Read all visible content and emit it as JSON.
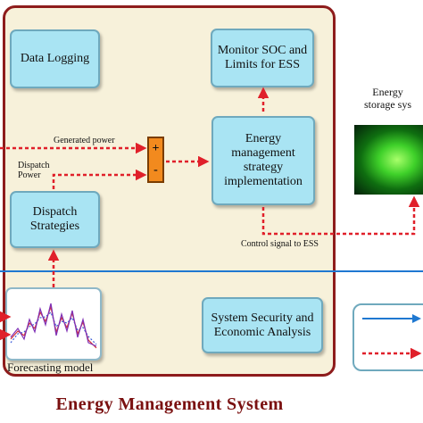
{
  "diagram": {
    "title": "Energy Management System",
    "boxes": {
      "data_logging": "Data Logging",
      "monitor_soc": "Monitor SOC and\nLimits for ESS",
      "ems_strategy": "Energy\nmanagement\nstrategy\nimplementation",
      "dispatch": "Dispatch\nStrategies",
      "security": "System Security and\nEconomic Analysis"
    },
    "labels": {
      "generated_power": "Generated power",
      "dispatch_power": "Dispatch\nPower",
      "control_signal": "Control signal to ESS",
      "forecasting_model": "Forecasting model",
      "energy_storage": "Energy\nstorage sys"
    },
    "sum_block": {
      "plus": "+",
      "minus": "-"
    },
    "colors": {
      "panel_border": "#8e1c1c",
      "panel_fill": "#f7f1da",
      "box_fill": "#a9e4f3",
      "signal_arrow": "#e0202a",
      "power_line": "#1f78d1",
      "sum_block": "#f28a1e"
    }
  }
}
